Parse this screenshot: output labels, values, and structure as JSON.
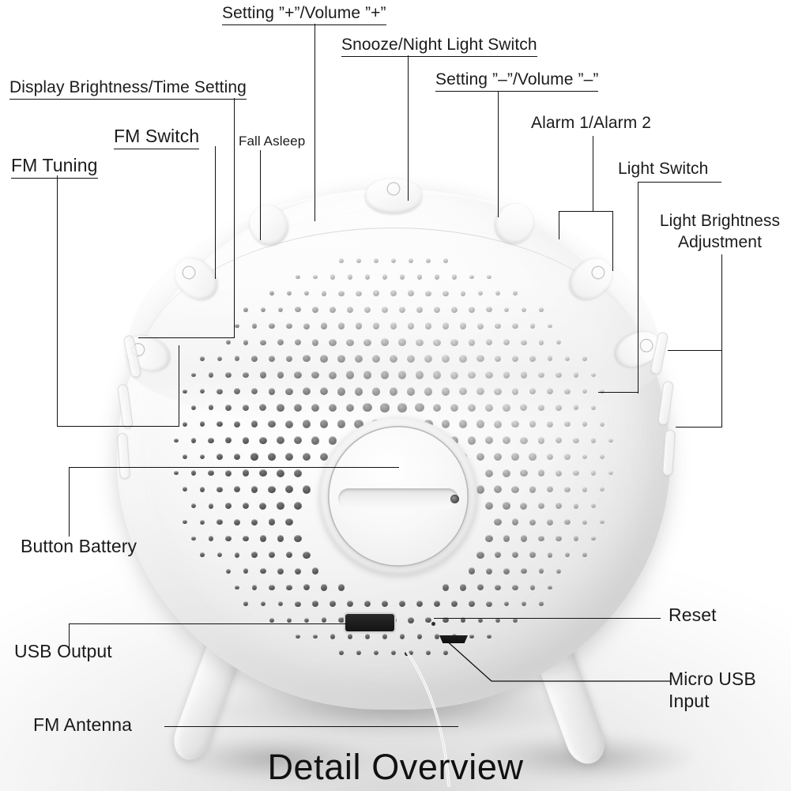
{
  "title": "Detail Overview",
  "product": {
    "kind": "alarm-clock-speaker-night-light",
    "view": "rear-three-quarter"
  },
  "callouts": [
    {
      "id": "fm-tuning",
      "text": "FM Tuning",
      "underlined": true,
      "size": 23
    },
    {
      "id": "fm-switch",
      "text": "FM Switch",
      "underlined": true,
      "size": 23
    },
    {
      "id": "display-brightness-time",
      "text": "Display Brightness/Time Setting",
      "underlined": true,
      "size": 21
    },
    {
      "id": "fall-asleep",
      "text": "Fall Asleep",
      "underlined": false,
      "size": 17
    },
    {
      "id": "setting-plus-volume-plus",
      "text": "Setting ”+”/Volume ”+”",
      "underlined": true,
      "size": 21
    },
    {
      "id": "snooze-night-light-switch",
      "text": "Snooze/Night Light Switch",
      "underlined": true,
      "size": 21
    },
    {
      "id": "setting-minus-volume-minus",
      "text": "Setting ”–”/Volume ”–”",
      "underlined": true,
      "size": 21
    },
    {
      "id": "alarm-1-alarm-2",
      "text": "Alarm 1/Alarm 2",
      "underlined": false,
      "size": 21
    },
    {
      "id": "light-switch",
      "text": "Light Switch",
      "underlined": false,
      "size": 21
    },
    {
      "id": "light-brightness-adjust",
      "text": "Light Brightness\nAdjustment",
      "underlined": false,
      "size": 21
    },
    {
      "id": "button-battery",
      "text": "Button Battery",
      "underlined": false,
      "size": 23
    },
    {
      "id": "usb-output",
      "text": "USB Output",
      "underlined": false,
      "size": 23
    },
    {
      "id": "fm-antenna",
      "text": "FM Antenna",
      "underlined": false,
      "size": 23
    },
    {
      "id": "reset",
      "text": "Reset",
      "underlined": false,
      "size": 23
    },
    {
      "id": "micro-usb-input",
      "text": "Micro USB\nInput",
      "underlined": false,
      "size": 23
    }
  ],
  "labels": {
    "fm_tuning": "FM Tuning",
    "fm_switch": "FM Switch",
    "display_brightness_time_setting": "Display Brightness/Time Setting",
    "fall_asleep": "Fall Asleep",
    "setting_plus_volume_plus": "Setting ”+”/Volume ”+”",
    "snooze_night_light_switch": "Snooze/Night Light Switch",
    "setting_minus_volume_minus": "Setting ”–”/Volume ”–”",
    "alarm_1_alarm_2": "Alarm 1/Alarm 2",
    "light_switch": "Light Switch",
    "light_brightness_line1": "Light Brightness",
    "light_brightness_line2": "Adjustment",
    "button_battery": "Button Battery",
    "usb_output": "USB Output",
    "fm_antenna": "FM Antenna",
    "reset": "Reset",
    "micro_usb_line1": "Micro USB",
    "micro_usb_line2": "Input"
  },
  "colors": {
    "text": "#1b1b1b",
    "leader_line": "#111111",
    "device_body": "#f4f4f4",
    "background": "#ffffff",
    "port_dark": "#141414"
  }
}
